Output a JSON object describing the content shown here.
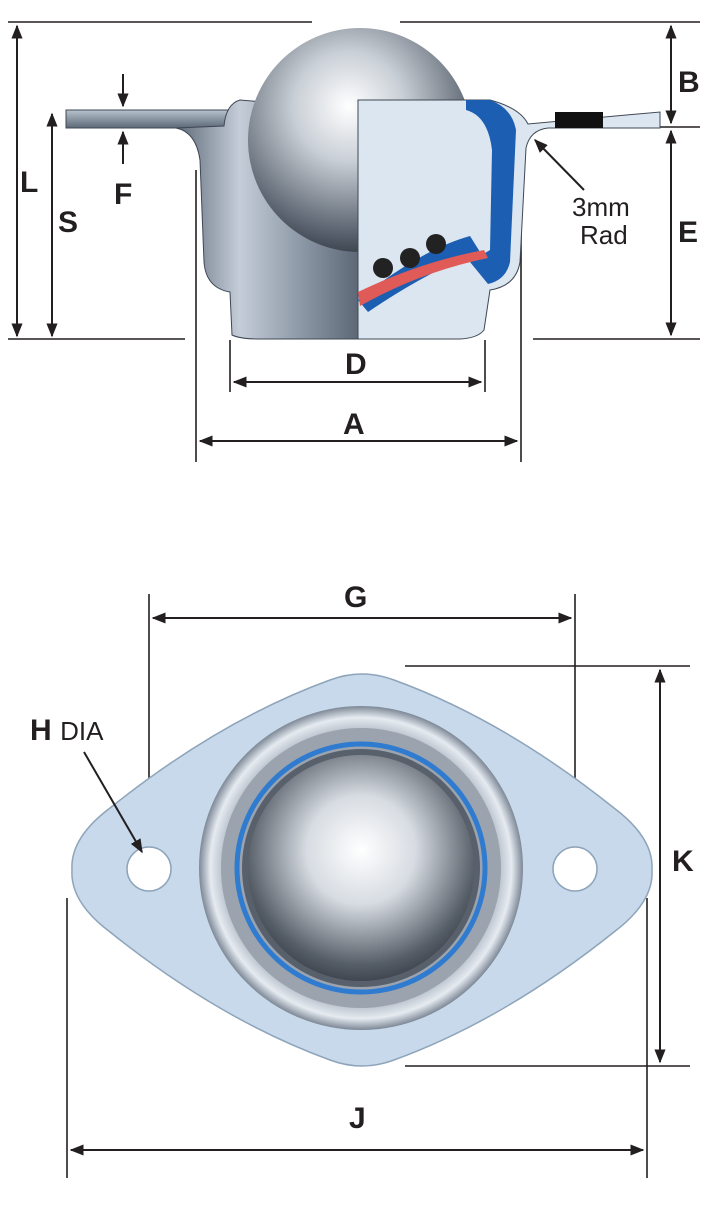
{
  "side_view": {
    "labels": {
      "l": "L",
      "s": "S",
      "f": "F",
      "b": "B",
      "e": "E",
      "d": "D",
      "a": "A"
    },
    "radius_note": {
      "line1": "3mm",
      "line2": "Rad"
    }
  },
  "top_view": {
    "labels": {
      "g": "G",
      "h": "H",
      "h_suffix": "DIA",
      "k": "K",
      "j": "J"
    }
  },
  "colors": {
    "steel_light": "#dfe6ee",
    "steel_dark": "#5d6877",
    "flange_blue": "#c7d9ea",
    "section_blue": "#1c5fb2",
    "seal_red": "#d9534f",
    "ink": "#231f20"
  }
}
